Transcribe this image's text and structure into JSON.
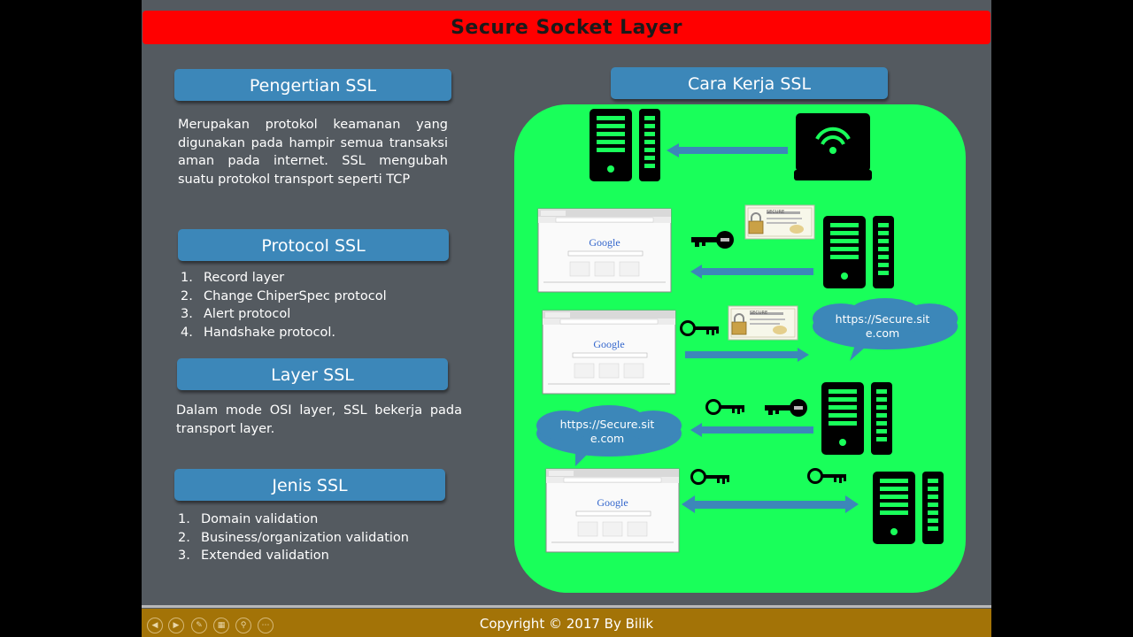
{
  "slide": {
    "title": "Secure Socket Layer",
    "sections": {
      "pengertian": {
        "heading": "Pengertian SSL",
        "text": "Merupakan protokol keamanan yang digunakan pada hampir semua transaksi aman pada internet. SSL mengubah suatu protokol transport seperti TCP"
      },
      "protocol": {
        "heading": "Protocol SSL",
        "items": [
          "Record layer",
          "Change ChiperSpec protocol",
          "Alert protocol",
          "Handshake protocol."
        ]
      },
      "layer": {
        "heading": "Layer SSL",
        "text": "Dalam mode OSI layer, SSL bekerja pada transport layer."
      },
      "jenis": {
        "heading": "Jenis SSL",
        "items": [
          "Domain validation",
          "Business/organization validation",
          "Extended validation"
        ]
      }
    },
    "diagram": {
      "heading": "Cara Kerja SSL",
      "browser_logo": "Google",
      "certificate_label": "SECURE",
      "cloud_url_1": "https://Secure.sit",
      "cloud_url_2": "e.com",
      "icons": [
        "server-icon",
        "laptop-wifi-icon",
        "browser-window-icon",
        "key-icon",
        "certificate-icon",
        "speech-cloud-icon",
        "arrow-icon"
      ],
      "panel_color": "#19ff5a",
      "arrow_color": "#3c87b9"
    },
    "accent_color": "#ff0000",
    "button_color": "#3c87b9"
  },
  "footer": {
    "copyright": "Copyright © 2017 By Bilik",
    "color": "#a37307",
    "nav_icons": [
      "previous-icon",
      "next-icon",
      "pen-icon",
      "slides-icon",
      "zoom-icon",
      "more-icon"
    ]
  }
}
